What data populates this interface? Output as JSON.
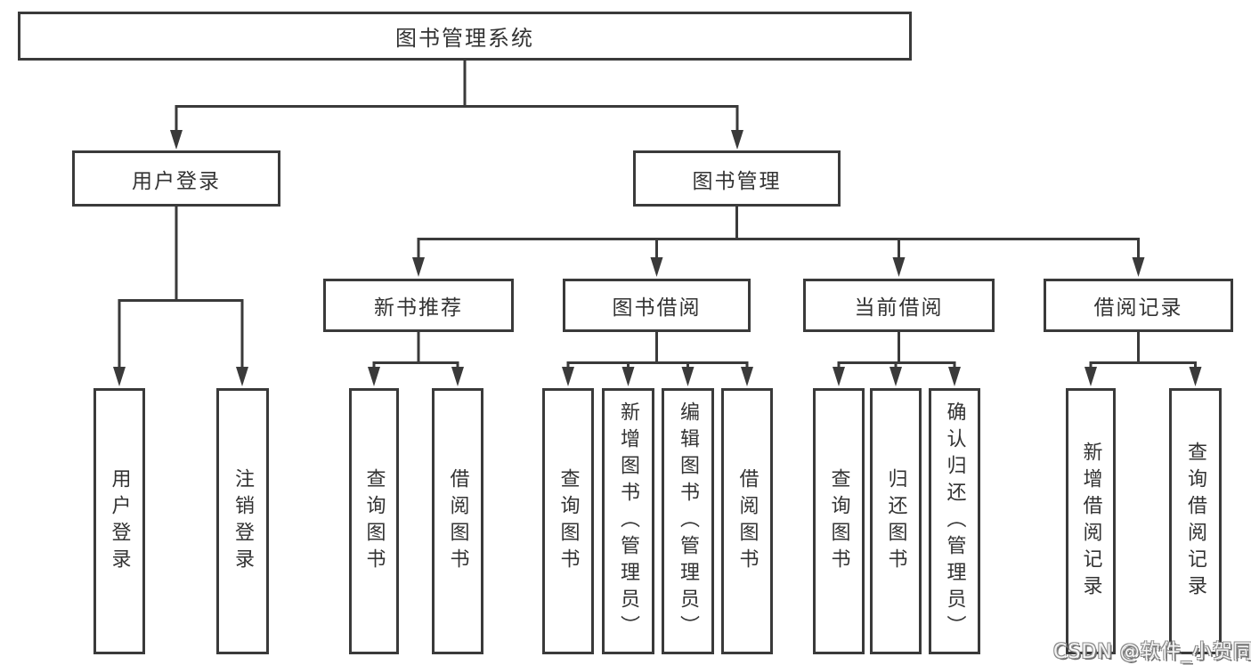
{
  "root": {
    "label": "图书管理系统"
  },
  "user_login": {
    "label": "用户登录",
    "leaves": [
      "用户登录",
      "注销登录"
    ]
  },
  "book_mgmt": {
    "label": "图书管理",
    "sections": {
      "new_book": {
        "label": "新书推荐",
        "leaves": [
          "查询图书",
          "借阅图书"
        ]
      },
      "borrow": {
        "label": "图书借阅",
        "leaves": [
          "查询图书",
          "新增图书（管理员）",
          "编辑图书（管理员）",
          "借阅图书"
        ]
      },
      "current": {
        "label": "当前借阅",
        "leaves": [
          "查询图书",
          "归还图书",
          "确认归还（管理员）"
        ]
      },
      "records": {
        "label": "借阅记录",
        "leaves": [
          "新增借阅记录",
          "查询借阅记录"
        ]
      }
    }
  },
  "watermark": "CSDN @软件_小贺同学",
  "colors": {
    "line": "#3a3a3a",
    "text": "#333333",
    "canvas": "#ffffff"
  }
}
